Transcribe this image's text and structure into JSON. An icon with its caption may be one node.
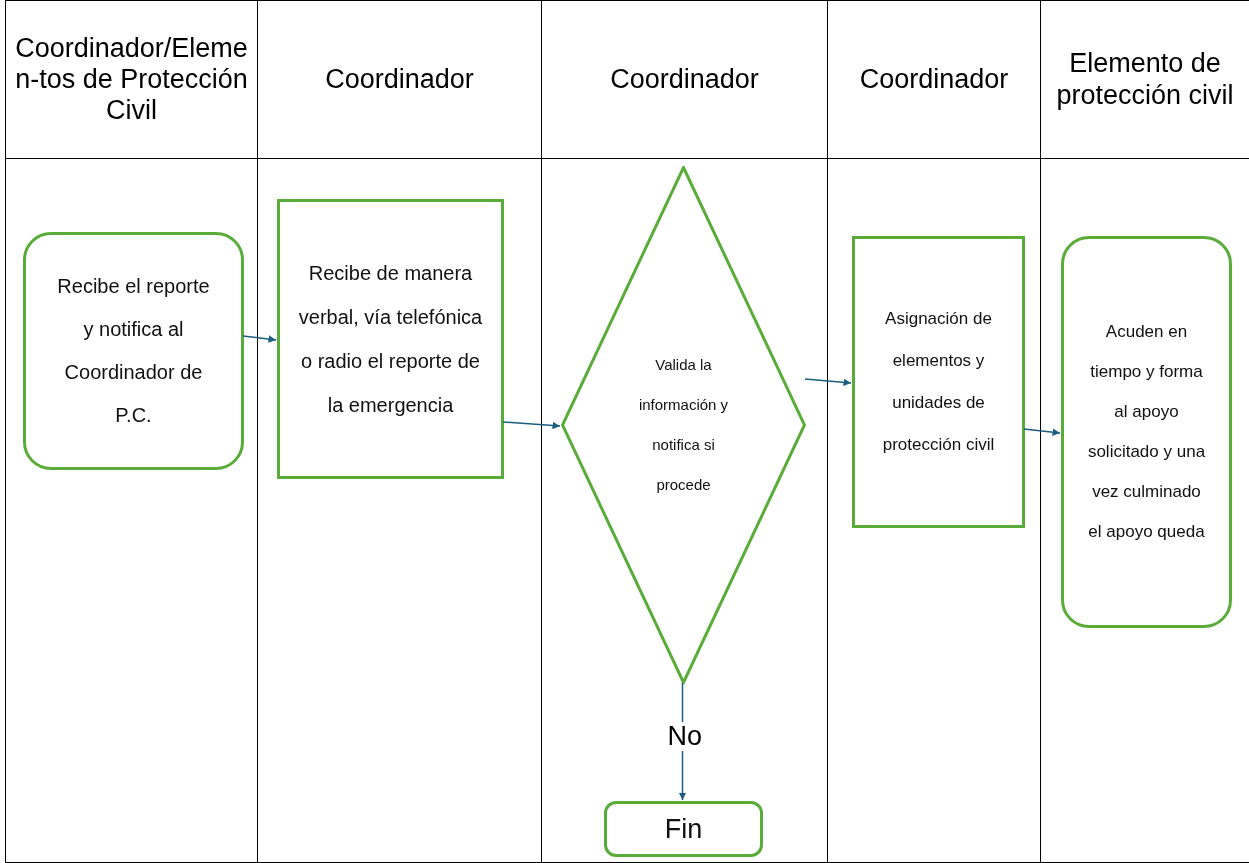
{
  "diagram": {
    "nodes": [
      {
        "text": [
          "Coordinador/Elemen-tos de Protección Civil"
        ]
      },
      {
        "text": [
          "Coordinador"
        ]
      },
      {
        "text": [
          "Coordinador"
        ]
      },
      {
        "text": [
          "Coordinador"
        ]
      },
      {
        "text": [
          "Elemento de protección civil"
        ]
      },
      {
        "text": [
          "Recibe el reporte y notifica al Coordinador de P.C."
        ],
        "in": 0
      },
      {
        "text": [
          "Recibe de manera verbal, vía telefónica o radio el reporte de la emergencia"
        ],
        "in": 1
      },
      {
        "text": [
          "Valida la información y notifica si procede"
        ],
        "in": 2
      },
      {
        "text": [
          "Asignación de elementos y unidades de protección civil"
        ],
        "in": 3
      },
      {
        "text": [
          "Acuden en tiempo y forma al apoyo solicitado y una vez culminado el apoyo queda"
        ],
        "in": 4
      },
      {
        "text": [
          "Fin"
        ],
        "in": 2
      }
    ],
    "edges": [
      {
        "from": 5,
        "to": 6,
        "arrow": "to"
      },
      {
        "from": 6,
        "to": 7,
        "arrow": "to"
      },
      {
        "from": 7,
        "to": 8,
        "arrow": "to"
      },
      {
        "from": 8,
        "to": 9,
        "arrow": "to"
      },
      {
        "from": 7,
        "to": 10,
        "arrow": "to",
        "label": "No"
      }
    ]
  }
}
